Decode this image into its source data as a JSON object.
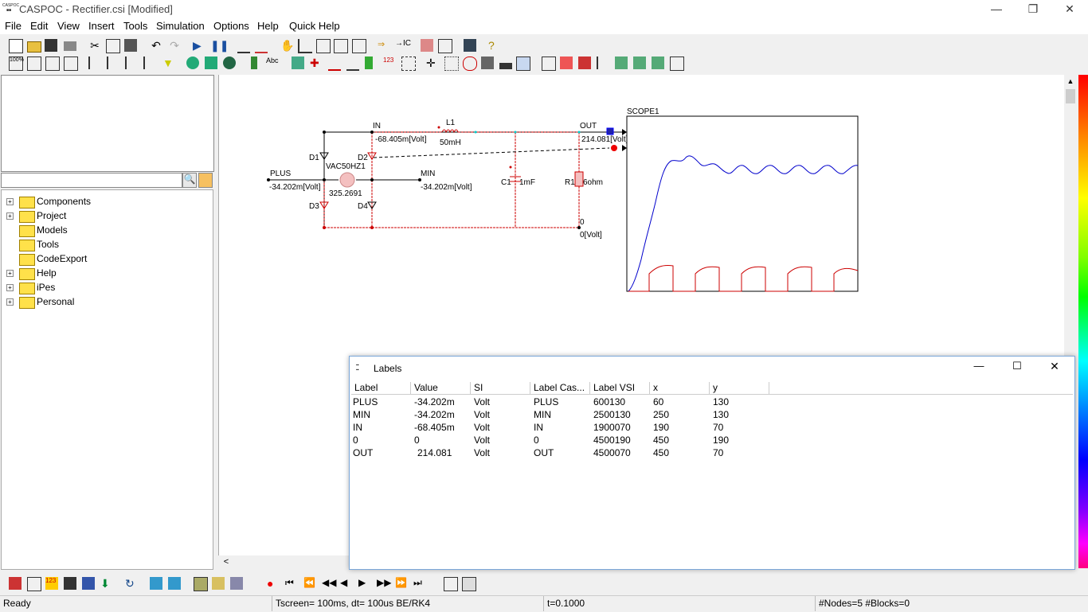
{
  "app": {
    "title": "CASPOC - Rectifier.csi [Modified]",
    "logo_text": "CASPOC"
  },
  "menu": [
    "File",
    "Edit",
    "View",
    "Insert",
    "Tools",
    "Simulation",
    "Options",
    "Help",
    "Quick Help"
  ],
  "tree": {
    "items": [
      {
        "label": "Components",
        "expandable": true
      },
      {
        "label": "Project",
        "expandable": true
      },
      {
        "label": "Models",
        "expandable": false
      },
      {
        "label": "Tools",
        "expandable": false
      },
      {
        "label": "CodeExport",
        "expandable": false
      },
      {
        "label": "Help",
        "expandable": true
      },
      {
        "label": "iPes",
        "expandable": true
      },
      {
        "label": "Personal",
        "expandable": true
      }
    ]
  },
  "schematic": {
    "labels": {
      "in": "IN",
      "in_value": "-68.405m[Volt]",
      "plus": "PLUS",
      "plus_value": "-34.202m[Volt]",
      "min": "MIN",
      "min_value": "-34.202m[Volt]",
      "out": "OUT",
      "out_value": "214.081[Volt]",
      "zero": "0",
      "zero_value": "0[Volt]"
    },
    "components": {
      "l1": "L1",
      "l1_value": "50mH",
      "c1": "C1",
      "c1_value": "1mF",
      "r1": "R1",
      "r1_value": "6ohm",
      "source": "VAC50HZ1",
      "source_value": "325.2691",
      "d1": "D1",
      "d2": "D2",
      "d3": "D3",
      "d4": "D4"
    },
    "scope": {
      "title": "SCOPE1",
      "colors": {
        "voltage": "#0000cc",
        "current": "#cc0000"
      }
    }
  },
  "labels_window": {
    "title": "Labels",
    "columns": [
      "Label",
      "Value",
      "SI",
      "Label Cas...",
      "Label VSI",
      "x",
      "y"
    ],
    "rows": [
      [
        "PLUS",
        "-34.202m",
        "Volt",
        "PLUS",
        "600130",
        "60",
        "130"
      ],
      [
        "MIN",
        "-34.202m",
        "Volt",
        "MIN",
        "2500130",
        "250",
        "130"
      ],
      [
        "IN",
        "-68.405m",
        "Volt",
        "IN",
        "1900070",
        "190",
        "70"
      ],
      [
        "0",
        "0",
        "Volt",
        "0",
        "4500190",
        "450",
        "190"
      ],
      [
        "OUT",
        "214.081",
        "Volt",
        "OUT",
        "4500070",
        "450",
        "70"
      ]
    ]
  },
  "status": {
    "ready": "Ready",
    "tscreen": "Tscreen= 100ms, dt= 100us BE/RK4",
    "time": "t=0.1000",
    "counts": "#Nodes=5 #Blocks=0"
  }
}
